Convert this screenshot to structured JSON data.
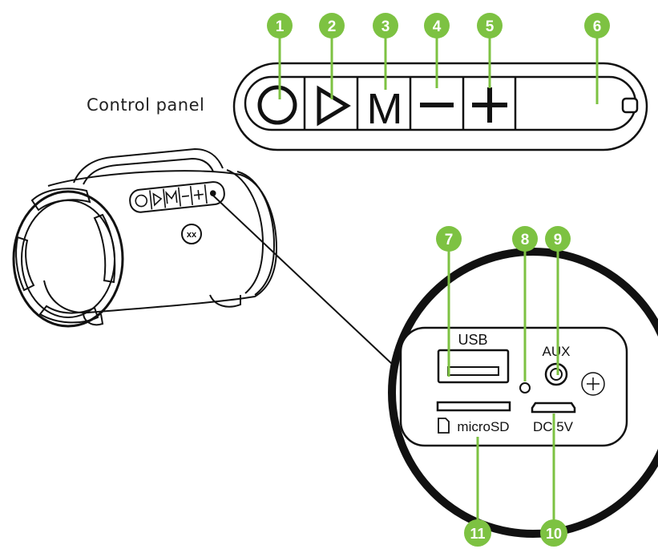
{
  "control_panel": {
    "title": "Control panel",
    "buttons": [
      {
        "number": "1",
        "icon": "power-icon"
      },
      {
        "number": "2",
        "icon": "play-icon"
      },
      {
        "number": "3",
        "icon": "mode-icon",
        "glyph": "M"
      },
      {
        "number": "4",
        "icon": "minus-icon"
      },
      {
        "number": "5",
        "icon": "plus-icon"
      },
      {
        "number": "6",
        "icon": "indicator-light-icon"
      }
    ]
  },
  "side_panel": {
    "usb_label": "USB",
    "aux_label": "AUX",
    "microsd_label": "microSD",
    "dc_label": "DC 5V",
    "markers": {
      "usb": "7",
      "reset": "8",
      "aux": "9",
      "dc": "10",
      "microsd": "11"
    }
  },
  "speaker": {
    "logo_text": "xx"
  },
  "colors": {
    "marker_green": "#7dc242",
    "line": "#111111",
    "background": "#ffffff"
  }
}
